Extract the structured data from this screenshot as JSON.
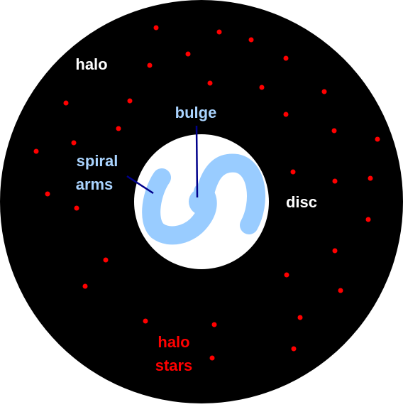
{
  "labels": {
    "halo": "halo",
    "bulge": "bulge",
    "spiral_line1": "spiral",
    "spiral_line2": "arms",
    "disc": "disc",
    "halo_stars_line1": "halo",
    "halo_stars_line2": "stars"
  },
  "colors": {
    "halo_background": "#000000",
    "disc": "#ffffff",
    "spiral_arms": "#99ccff",
    "bulge_label": "#aad4ff",
    "halo_star": "#ff0000",
    "halo_label": "#ffffff",
    "disc_label": "#ffffff",
    "halo_stars_label": "#ff0000",
    "pointer_line": "#00008b"
  },
  "components": [
    "halo",
    "disc",
    "spiral-arms",
    "bulge",
    "halo-stars"
  ]
}
